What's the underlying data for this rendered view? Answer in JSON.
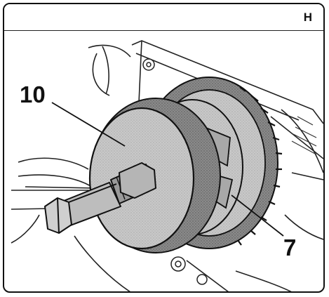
{
  "header": {
    "corner_letter": "H"
  },
  "callouts": [
    {
      "id": "callout-10",
      "text": "10"
    },
    {
      "id": "callout-7",
      "text": "7"
    }
  ],
  "colors": {
    "ink": "#111111",
    "metal_gray": "#bdbdbd",
    "dark_gray": "#6b6b6b",
    "paper": "#ffffff"
  }
}
